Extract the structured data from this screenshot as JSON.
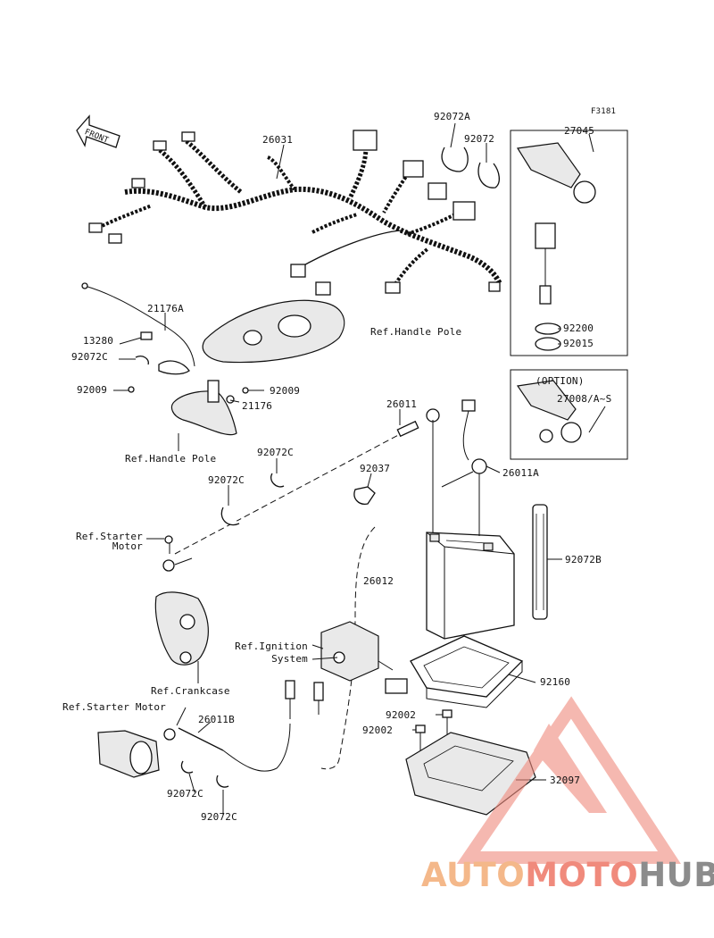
{
  "figure_code": "F3181",
  "front_label": "FRONT",
  "parts": [
    {
      "id": "p-26031",
      "text": "26031"
    },
    {
      "id": "p-92072a",
      "text": "92072A"
    },
    {
      "id": "p-92072",
      "text": "92072"
    },
    {
      "id": "p-27045",
      "text": "27045"
    },
    {
      "id": "p-21176a",
      "text": "21176A"
    },
    {
      "id": "p-13280",
      "text": "13280"
    },
    {
      "id": "p-92072c-1",
      "text": "92072C"
    },
    {
      "id": "p-92009-1",
      "text": "92009"
    },
    {
      "id": "p-92009-2",
      "text": "92009"
    },
    {
      "id": "p-21176",
      "text": "21176"
    },
    {
      "id": "p-92200",
      "text": "92200"
    },
    {
      "id": "p-92015",
      "text": "92015"
    },
    {
      "id": "p-27008",
      "text": "27008/A~S"
    },
    {
      "id": "p-26011",
      "text": "26011"
    },
    {
      "id": "p-26011a",
      "text": "26011A"
    },
    {
      "id": "p-92072c-2",
      "text": "92072C"
    },
    {
      "id": "p-92072c-3",
      "text": "92072C"
    },
    {
      "id": "p-92037",
      "text": "92037"
    },
    {
      "id": "p-92072b",
      "text": "92072B"
    },
    {
      "id": "p-26012",
      "text": "26012"
    },
    {
      "id": "p-92160",
      "text": "92160"
    },
    {
      "id": "p-26011b",
      "text": "26011B"
    },
    {
      "id": "p-92002-1",
      "text": "92002"
    },
    {
      "id": "p-92002-2",
      "text": "92002"
    },
    {
      "id": "p-32097",
      "text": "32097"
    },
    {
      "id": "p-92072c-4",
      "text": "92072C"
    },
    {
      "id": "p-92072c-5",
      "text": "92072C"
    }
  ],
  "references": [
    {
      "id": "ref-handle-pole-1",
      "text": "Ref.Handle Pole"
    },
    {
      "id": "ref-handle-pole-2",
      "text": "Ref.Handle Pole"
    },
    {
      "id": "ref-starter-motor-1-line1",
      "text": "Ref.Starter"
    },
    {
      "id": "ref-starter-motor-1-line2",
      "text": "Motor"
    },
    {
      "id": "ref-ignition-line1",
      "text": "Ref.Ignition"
    },
    {
      "id": "ref-ignition-line2",
      "text": "System"
    },
    {
      "id": "ref-crankcase",
      "text": "Ref.Crankcase"
    },
    {
      "id": "ref-starter-motor-2",
      "text": "Ref.Starter Motor"
    }
  ],
  "option_label": "(OPTION)",
  "watermark": {
    "part1": "AUTO",
    "part2": "MOTO",
    "part3": "HUB",
    "colors": {
      "triangle": "#f08a7c",
      "auto": "#f4b88a",
      "moto": "#f08a7c",
      "hub": "#8c8c8c"
    }
  }
}
